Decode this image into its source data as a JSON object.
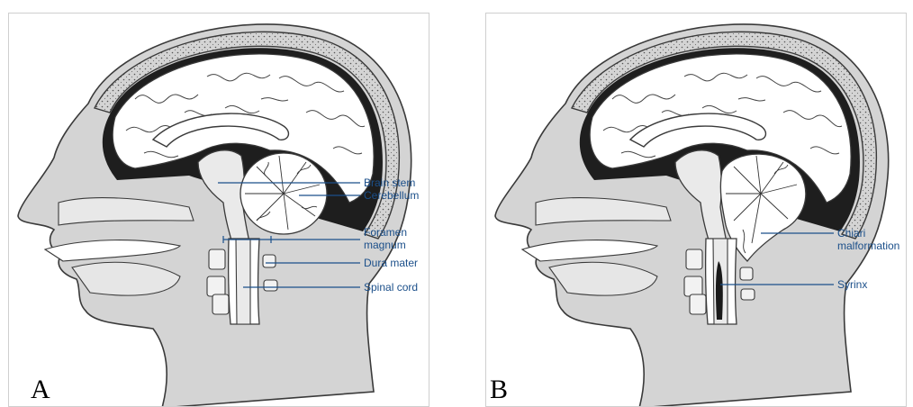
{
  "panels": [
    {
      "letter": "A",
      "labels": {
        "brain_stem": "Brain stem",
        "cerebellum": "Cerebellum",
        "foramen_line1": "Foramen",
        "foramen_line2": "magnum",
        "dura_mater": "Dura mater",
        "spinal_cord": "Spinal cord"
      }
    },
    {
      "letter": "B",
      "labels": {
        "chiari_line1": "Chiari",
        "chiari_line2": "malformation",
        "syrinx": "Syrinx"
      }
    }
  ],
  "colors": {
    "label_text": "#1b4f8a",
    "leader_line": "#1b4f8a",
    "tissue_fill": "#d4d4d4",
    "outline": "#3a3a3a",
    "skull_dots": "#555555",
    "syrinx_fill": "#1a1a1a"
  }
}
